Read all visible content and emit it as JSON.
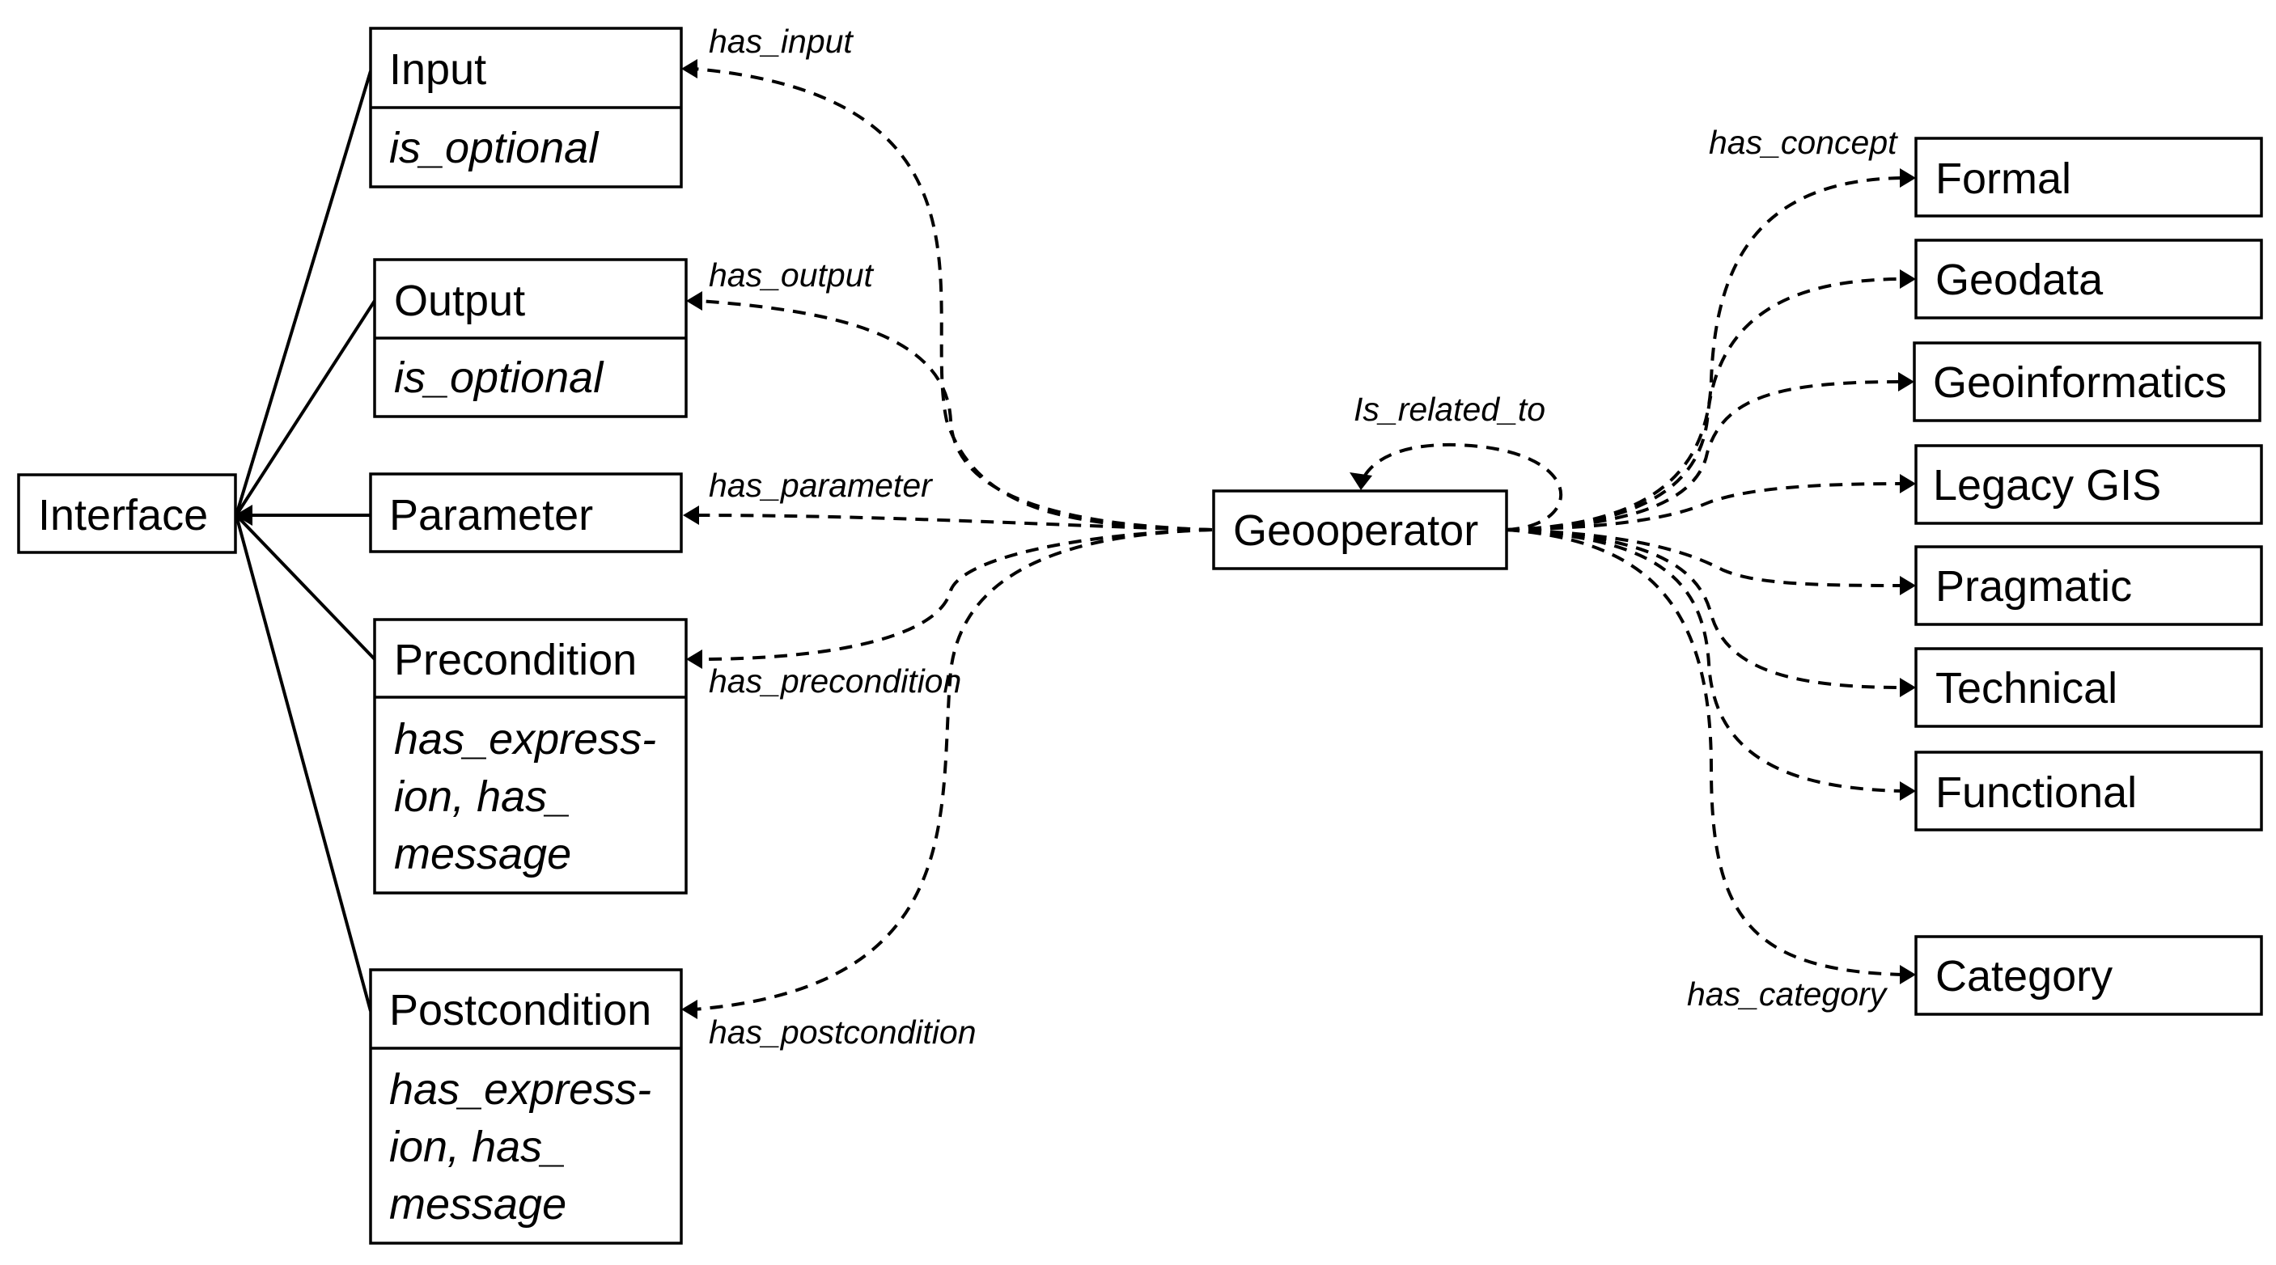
{
  "nodes": {
    "interface": {
      "title": "Interface"
    },
    "input": {
      "title": "Input",
      "attr": [
        "is_optional"
      ]
    },
    "output": {
      "title": "Output",
      "attr": [
        "is_optional"
      ]
    },
    "parameter": {
      "title": "Parameter"
    },
    "precondition": {
      "title": "Precondition",
      "attr": [
        "has_express-",
        "ion, has_",
        "message"
      ]
    },
    "postcondition": {
      "title": "Postcondition",
      "attr": [
        "has_express-",
        "ion, has_",
        "message"
      ]
    },
    "geooperator": {
      "title": "Geooperator"
    },
    "formal": {
      "title": "Formal"
    },
    "geodata": {
      "title": "Geodata"
    },
    "geoinformatics": {
      "title": "Geoinformatics"
    },
    "legacy_gis": {
      "title": "Legacy GIS"
    },
    "pragmatic": {
      "title": "Pragmatic"
    },
    "technical": {
      "title": "Technical"
    },
    "functional": {
      "title": "Functional"
    },
    "category": {
      "title": "Category"
    }
  },
  "edges": {
    "has_input": "has_input",
    "has_output": "has_output",
    "has_parameter": "has_parameter",
    "has_precondition": "has_precondition",
    "has_postcondition": "has_postcondition",
    "is_related_to": "Is_related_to",
    "has_concept": "has_concept",
    "has_category": "has_category"
  }
}
